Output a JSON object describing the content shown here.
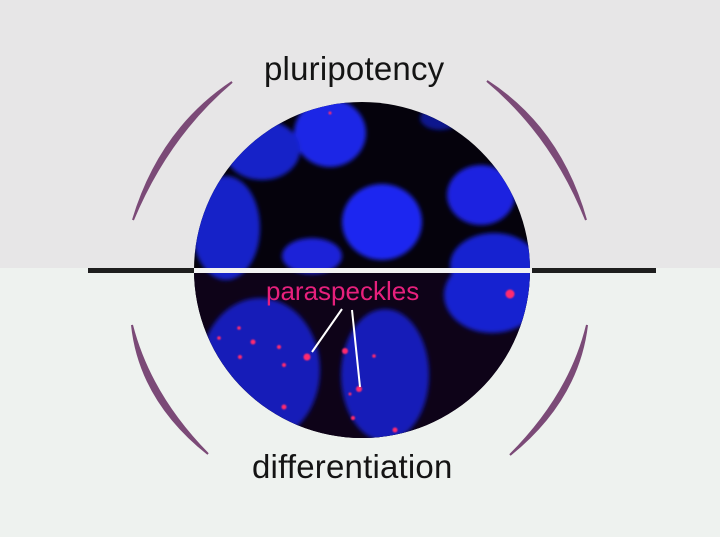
{
  "figure": {
    "top_label": "pluripotency",
    "bottom_label": "differentiation",
    "annotation": "paraspeckles"
  },
  "colors": {
    "background_top": "#e7e6e7",
    "background_bottom": "#eef2ef",
    "arc": "#7b4a77",
    "divider": "#1e1e1e",
    "annotation": "#e6207c",
    "nuclei": "#1a22e8",
    "micrograph_bg": "#05020c"
  }
}
